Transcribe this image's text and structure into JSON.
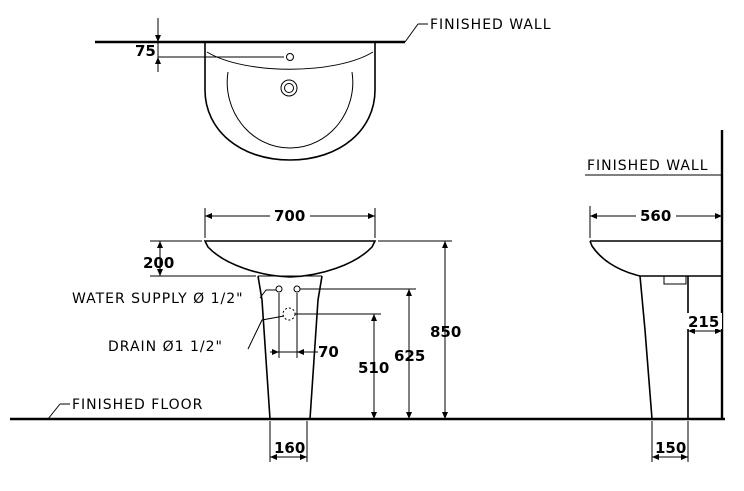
{
  "labels": {
    "finished_wall_top": "FINISHED  WALL",
    "finished_wall_side": "FINISHED  WALL",
    "finished_floor": "FINISHED  FLOOR",
    "water_supply": "WATER SUPPLY  Ø 1/2\"",
    "drain": "DRAIN  Ø1 1/2\""
  },
  "dimensions": {
    "d75": "75",
    "d700": "700",
    "d200": "200",
    "d850": "850",
    "d625": "625",
    "d510": "510",
    "d70": "70",
    "d160": "160",
    "d560": "560",
    "d215": "215",
    "d150": "150"
  }
}
